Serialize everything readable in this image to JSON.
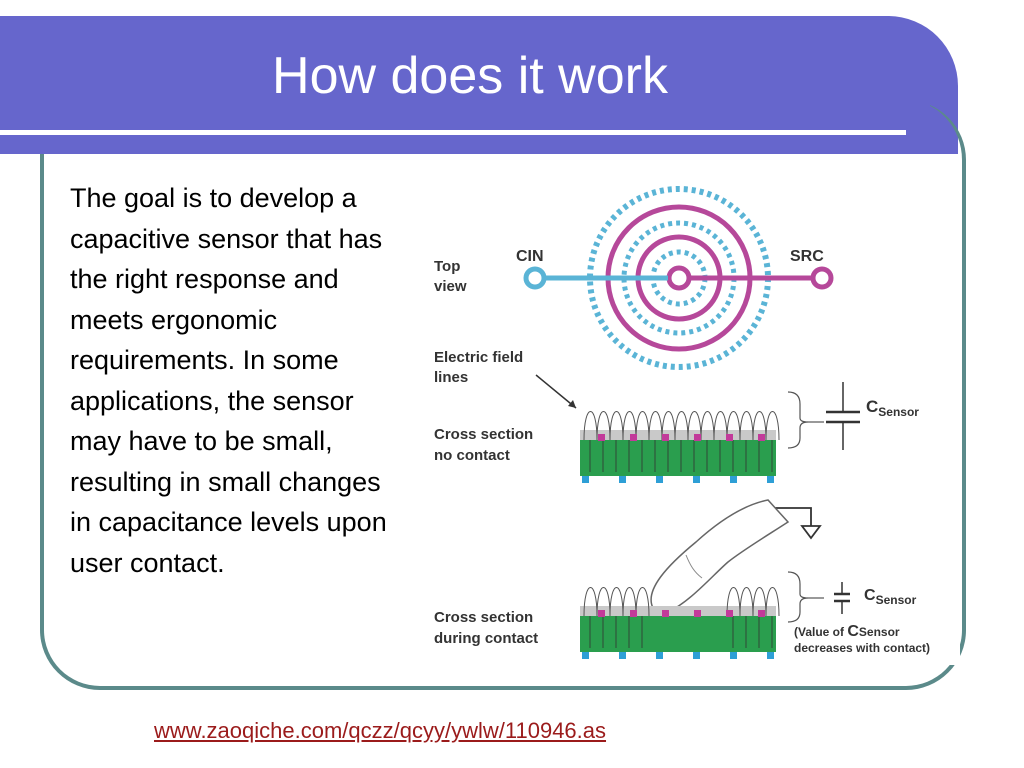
{
  "slide": {
    "title": "How does it work",
    "body": "The goal is to develop a capacitive sensor that has the right response and meets ergonomic requirements. In some applications, the sensor may have to be small, resulting in small changes in capacitance levels upon user contact.",
    "source_url": "www.zaoqiche.com/qczz/qcyy/ywlw/110946.as"
  },
  "diagram": {
    "labels": {
      "top_view_1": "Top",
      "top_view_2": "view",
      "cin": "CIN",
      "src": "SRC",
      "field_1": "Electric field",
      "field_2": "lines",
      "cross_nc_1": "Cross section",
      "cross_nc_2": "no contact",
      "c_sensor_1": "C",
      "c_sensor_1_sub": "Sensor",
      "cross_c_1": "Cross section",
      "cross_c_2": "during contact",
      "c_sensor_2": "C",
      "c_sensor_2_sub": "Sensor",
      "note_1a": "(Value of ",
      "note_1b": "C",
      "note_1c": "Sensor",
      "note_2": "decreases with contact)"
    },
    "colors": {
      "ring_dotted": "#5ab4d6",
      "ring_solid": "#b6489a",
      "pcb_green": "#2a9e4e",
      "pad_pink": "#c23a9a",
      "pad_blue": "#2e9fd6",
      "line_color": "#333333"
    }
  }
}
